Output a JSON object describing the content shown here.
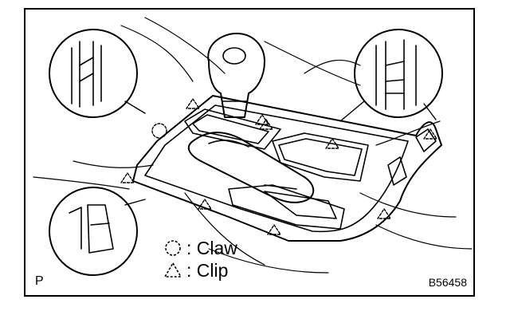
{
  "legend": {
    "claw_label": ": Claw",
    "clip_label": ": Clip"
  },
  "corner_mark": "P",
  "figure_code": "B56458",
  "symbols": {
    "claw": "dashed-circle-icon",
    "clip": "dashed-triangle-icon"
  }
}
